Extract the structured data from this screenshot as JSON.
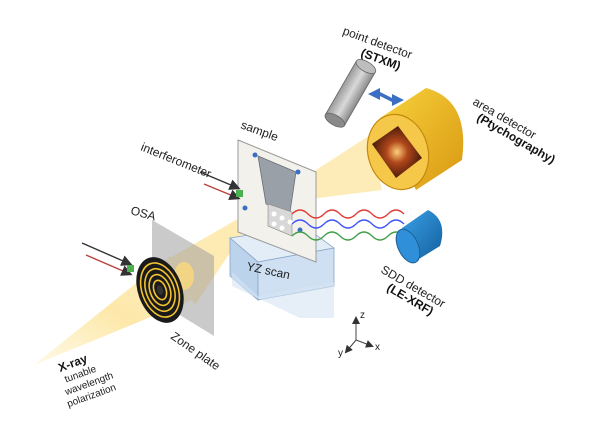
{
  "labels": {
    "xray_title": "X-ray",
    "xray_line1": "tunable",
    "xray_line2": "wavelength",
    "xray_line3": "polarization",
    "zone_plate": "Zone plate",
    "osa": "OSA",
    "interferometer": "interferometer",
    "sample": "sample",
    "yz_scan": "YZ scan",
    "point_detector": "point detector",
    "stxm": "STXM",
    "area_detector": "area detector",
    "ptychography": "Ptychography",
    "sdd_detector": "SDD detector",
    "le_xrf": "LE-XRF"
  },
  "axes": {
    "z": "z",
    "y": "y",
    "x": "x"
  },
  "colors": {
    "beam": "#fde9a8",
    "area_detector": "#f2b81c",
    "sdd_detector": "#1f84cf",
    "stage": "#cfe0f2",
    "sample_frame": "#ebe9e2",
    "interferometer_dot": "#4caf50",
    "signal_red": "#e53935",
    "signal_blue": "#3f51ff",
    "signal_green": "#43a047",
    "arrow_blue": "#3b6fc4"
  }
}
